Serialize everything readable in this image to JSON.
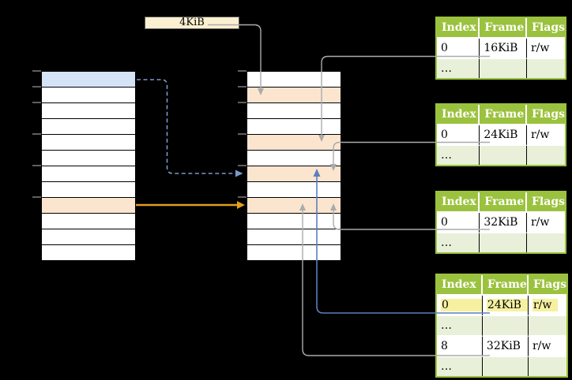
{
  "page_size_label": "4KiB",
  "virtual_memory": {
    "rows": 12,
    "highlights": {
      "0": "blue_row",
      "8": "orange_row"
    },
    "tick_ys": [
      90,
      110,
      130,
      170,
      210,
      250
    ]
  },
  "physical_memory": {
    "rows": 12,
    "highlights": {
      "1": "orange_row",
      "4": "orange_row",
      "6": "orange_row",
      "8": "orange_row"
    },
    "tick_ys": [
      90,
      110,
      130,
      170,
      210,
      250
    ]
  },
  "tables": [
    {
      "name": "page-table-1",
      "headers": [
        "Index",
        "Frame",
        "Flags"
      ],
      "rows": [
        {
          "cells": [
            "0",
            "16KiB",
            "r/w"
          ],
          "highlighted": false
        },
        {
          "cells": [
            "…",
            "",
            ""
          ],
          "highlighted": false
        }
      ]
    },
    {
      "name": "page-table-2",
      "headers": [
        "Index",
        "Frame",
        "Flags"
      ],
      "rows": [
        {
          "cells": [
            "0",
            "24KiB",
            "r/w"
          ],
          "highlighted": false
        },
        {
          "cells": [
            "…",
            "",
            ""
          ],
          "highlighted": false
        }
      ]
    },
    {
      "name": "page-table-3",
      "headers": [
        "Index",
        "Frame",
        "Flags"
      ],
      "rows": [
        {
          "cells": [
            "0",
            "32KiB",
            "r/w"
          ],
          "highlighted": false
        },
        {
          "cells": [
            "…",
            "",
            ""
          ],
          "highlighted": false
        }
      ]
    },
    {
      "name": "page-table-4",
      "headers": [
        "Index",
        "Frame",
        "Flags"
      ],
      "rows": [
        {
          "cells": [
            "0",
            "24KiB",
            "r/w"
          ],
          "highlighted": true
        },
        {
          "cells": [
            "…",
            "",
            ""
          ],
          "highlighted": false
        },
        {
          "cells": [
            "8",
            "32KiB",
            "r/w"
          ],
          "highlighted": false
        },
        {
          "cells": [
            "…",
            "",
            ""
          ],
          "highlighted": false
        }
      ]
    }
  ],
  "colors": {
    "green": "#9bc23e",
    "green_light": "#e9f0da",
    "cream": "#fbf0d0",
    "blue_row": "#d5e3f6",
    "orange_row": "#fce5cf",
    "yellow_hl": "#f5f1a0",
    "arrow_gray": "#ababab",
    "arrow_gold": "#e2a019",
    "arrow_blue": "#5b7fbf",
    "arrow_blue_dash": "#7b99cc",
    "tick": "#7f7f7f"
  }
}
